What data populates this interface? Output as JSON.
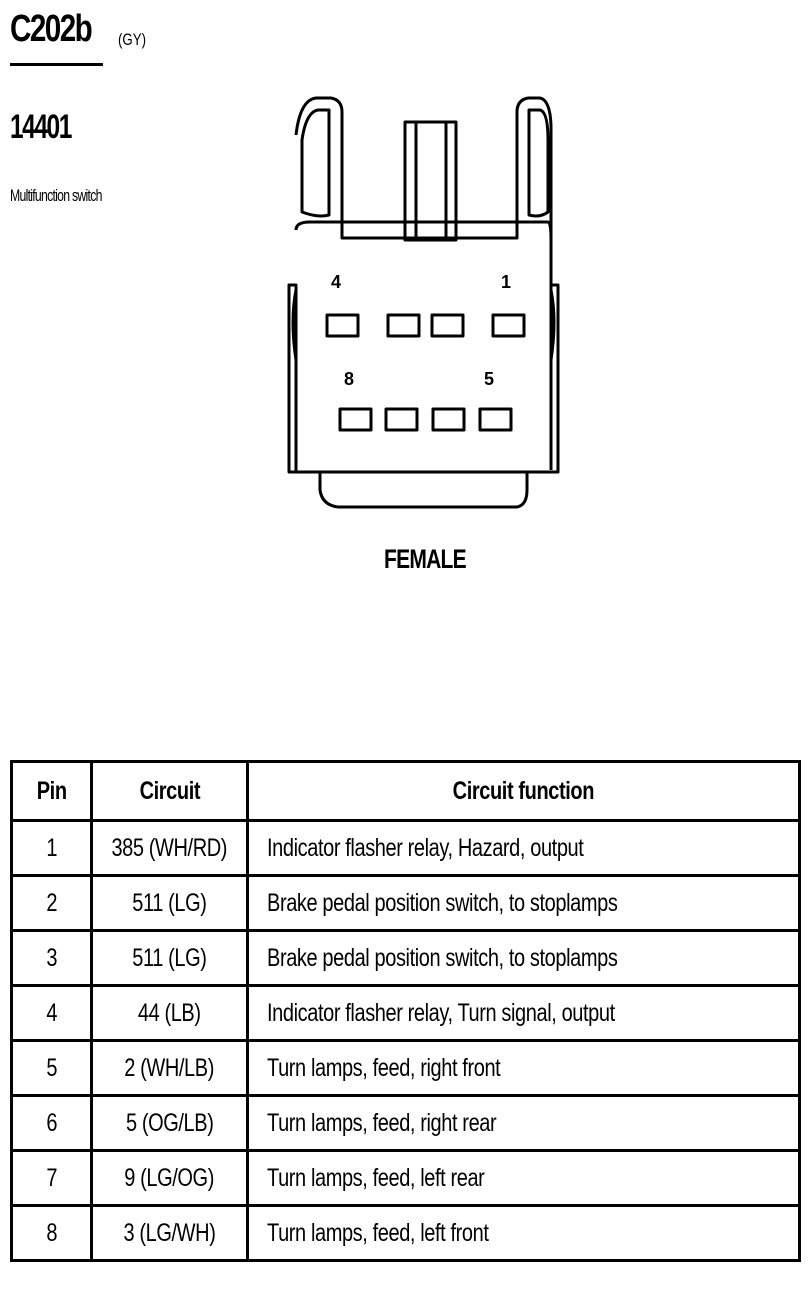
{
  "header": {
    "connector_id": "C202b",
    "color_code": "(GY)",
    "part_number": "14401",
    "part_name": "Multifunction switch"
  },
  "connector": {
    "pin_labels": {
      "top_left": "4",
      "top_right": "1",
      "bottom_left": "8",
      "bottom_right": "5"
    },
    "gender": "FEMALE"
  },
  "table": {
    "headers": {
      "pin": "Pin",
      "circuit": "Circuit",
      "function": "Circuit function"
    },
    "rows": [
      {
        "pin": "1",
        "circuit": "385 (WH/RD)",
        "function": "Indicator flasher relay, Hazard, output"
      },
      {
        "pin": "2",
        "circuit": "511 (LG)",
        "function": "Brake pedal position switch, to stoplamps"
      },
      {
        "pin": "3",
        "circuit": "511 (LG)",
        "function": "Brake pedal position switch, to stoplamps"
      },
      {
        "pin": "4",
        "circuit": "44 (LB)",
        "function": "Indicator flasher relay, Turn signal, output"
      },
      {
        "pin": "5",
        "circuit": "2 (WH/LB)",
        "function": "Turn lamps, feed, right front"
      },
      {
        "pin": "6",
        "circuit": "5 (OG/LB)",
        "function": "Turn lamps, feed, right rear"
      },
      {
        "pin": "7",
        "circuit": "9 (LG/OG)",
        "function": "Turn lamps, feed, left rear"
      },
      {
        "pin": "8",
        "circuit": "3 (LG/WH)",
        "function": "Turn lamps, feed, left front"
      }
    ]
  }
}
